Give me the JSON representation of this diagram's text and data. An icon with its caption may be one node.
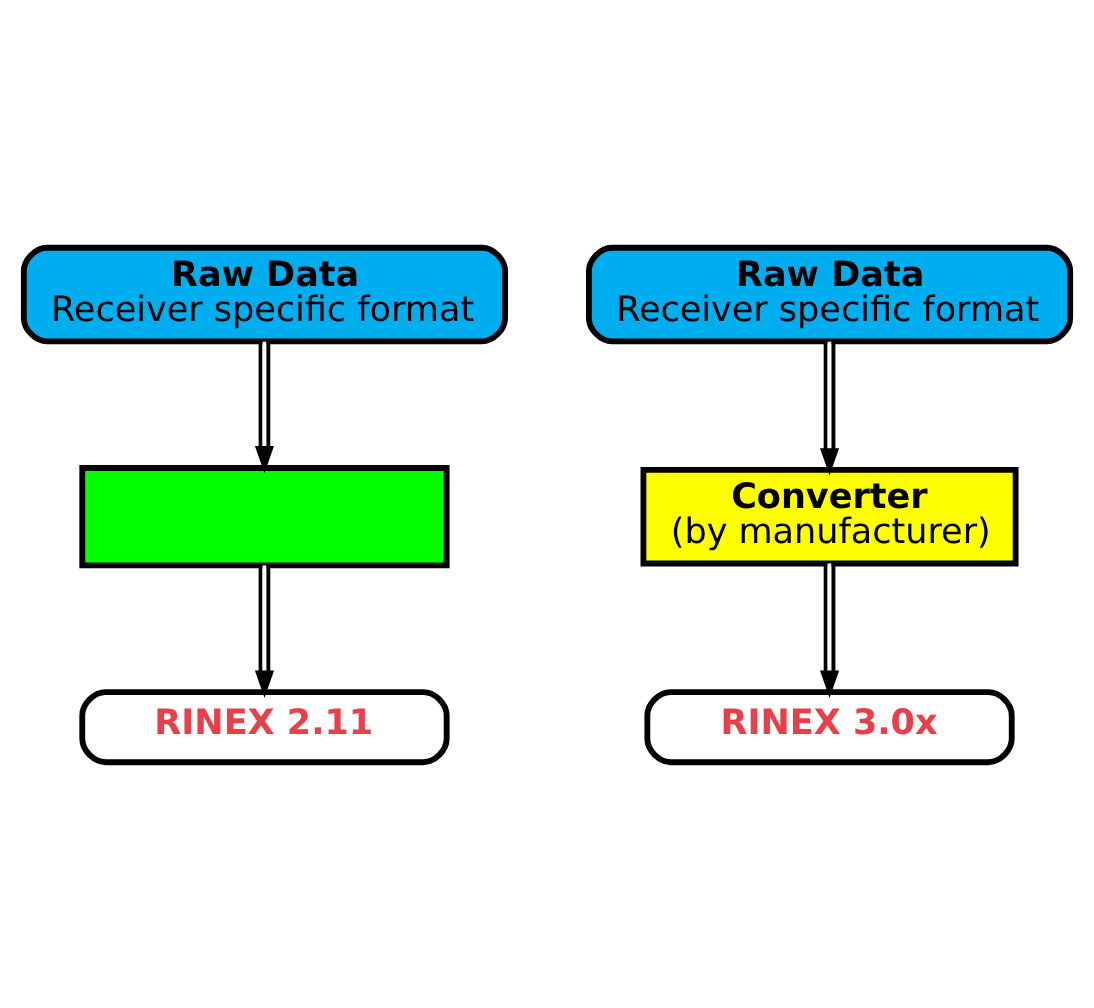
{
  "diagram": {
    "nodes": [
      {
        "text": [
          "Raw Data",
          "Receiver specific format"
        ]
      },
      {
        "text": [
          "Raw Data",
          "Receiver specific format"
        ]
      },
      {
        "text": [],
        "shape": "box"
      },
      {
        "text": [
          "Converter",
          "(by manufacturer)"
        ]
      },
      {
        "text": [
          "RINEX 2.11"
        ]
      },
      {
        "text": [
          "RINEX 3.0x"
        ]
      }
    ],
    "edges": [
      {
        "from": 0,
        "to": 2,
        "arrow": "to"
      },
      {
        "from": 1,
        "to": 3,
        "arrow": "to"
      },
      {
        "from": 2,
        "to": 4,
        "arrow": "to"
      },
      {
        "from": 3,
        "to": 5,
        "arrow": "to"
      }
    ]
  }
}
